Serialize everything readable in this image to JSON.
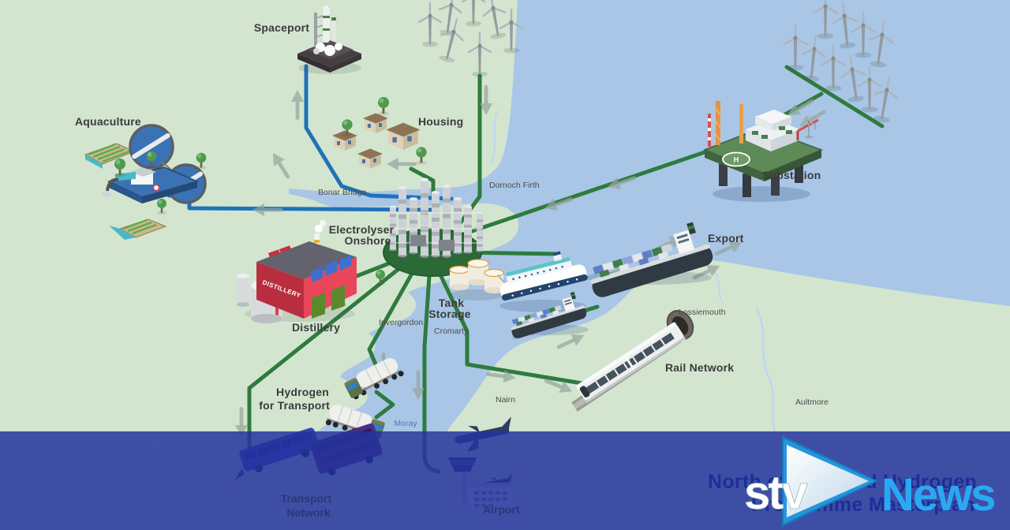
{
  "facilities": {
    "spaceport": "Spaceport",
    "aquaculture": "Aquaculture",
    "housing": "Housing",
    "substation": "Substation",
    "electrolyser_line1": "Electrolyser",
    "electrolyser_line2": "Onshore",
    "distillery": "Distillery",
    "tank_storage_line1": "Tank",
    "tank_storage_line2": "Storage",
    "export": "Export",
    "rail_network": "Rail Network",
    "hydrogen_transport_line1": "Hydrogen",
    "hydrogen_transport_line2": "for Transport",
    "transport_network_line1": "Transport",
    "transport_network_line2": "Network",
    "airport": "Airport"
  },
  "places": {
    "bonar_bridge": "Bonar Bridge",
    "dornoch_firth": "Dornoch Firth",
    "invergordon": "Invergordon",
    "cromarty": "Cromarty",
    "lossiemouth": "Lossiemouth",
    "nairn": "Nairn",
    "aultmore": "Aultmore",
    "moray_firth_line1": "Moray",
    "moray_firth_line2": "Firth",
    "inverchoran": "Inverchoran",
    "inverness": "Inverness",
    "banchor": "Banchor"
  },
  "signs": {
    "distillery_sign": "DISTILLERY",
    "helipad_letter": "H"
  },
  "branding": {
    "logo_stv": "stv",
    "logo_news": "News",
    "title_line1": "North of Scotland Hydrogen",
    "title_line2": "Programme Masterplan"
  },
  "icons": {
    "rocket-icon": "spaceport launch pad pictogram",
    "wind-turbine-icon": "three-blade turbine pictogram",
    "house-icon": "isometric house pictogram",
    "fish-farm-icon": "circular aquaculture tanks pictogram",
    "platform-icon": "offshore substation platform pictogram",
    "electrolyser-icon": "column cluster on green pad pictogram",
    "factory-icon": "red distillery shed pictogram",
    "storage-tank-icon": "cream cylinder tanks pictogram",
    "cruise-ship-icon": "white cruise liner pictogram",
    "container-ship-icon": "cargo ship with containers pictogram",
    "train-icon": "train leaving tunnel pictogram",
    "tanker-truck-icon": "hydrogen tanker lorry pictogram",
    "bus-icon": "bus silhouettes pictogram",
    "airport-icon": "control tower and plane pictogram",
    "flow-arrow-icon": "grey directional flow arrow",
    "stv-play-icon": "STV play-triangle logo mark"
  },
  "colors": {
    "land": "#d3e5cf",
    "sea": "#a9c6e6",
    "pipe_green": "#2e7b3e",
    "pipe_blue": "#1e73b8",
    "hub_green": "#2b6a37",
    "overlay_blue": "#2534a0",
    "title_navy": "#1c2e97",
    "news_blue": "#29a9f4",
    "distillery_red": "#cf3545"
  }
}
